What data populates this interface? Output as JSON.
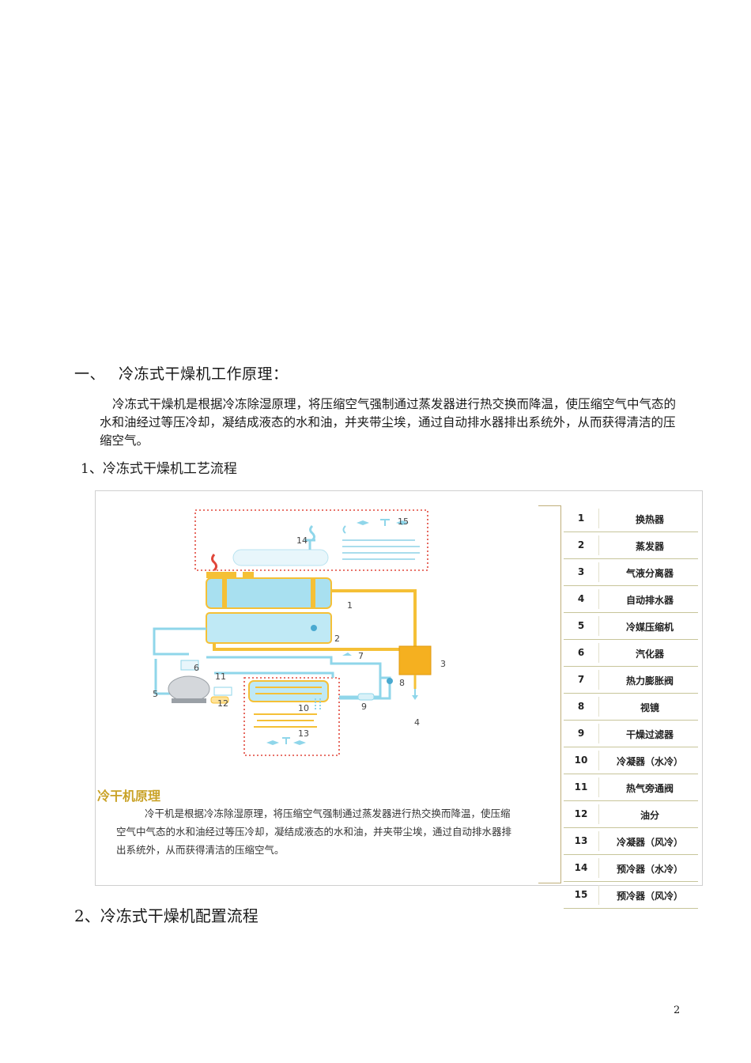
{
  "section": {
    "number": "一、",
    "title": "冷冻式干燥机工作原理："
  },
  "intro": "冷冻式干燥机是根据冷冻除湿原理，将压缩空气强制通过蒸发器进行热交换而降温，使压缩空气中气态的水和油经过等压冷却，凝结成液态的水和油，并夹带尘埃，通过自动排水器排出系统外，从而获得清洁的压缩空气。",
  "subsection1": "1、冷冻式干燥机工艺流程",
  "figure": {
    "title": "冷干机原理",
    "text": "冷干机是根据冷冻除湿原理，将压缩空气强制通过蒸发器进行热交换而降温，使压缩空气中气态的水和油经过等压冷却，凝结成液态的水和油，并夹带尘埃，通过自动排水器排出系统外，从而获得清洁的压缩空气。",
    "diagram_labels": [
      "1",
      "2",
      "3",
      "4",
      "5",
      "6",
      "7",
      "8",
      "9",
      "10",
      "11",
      "12",
      "13",
      "14",
      "15"
    ],
    "colors": {
      "air": "#f5c036",
      "refrigerant": "#8fd6ea",
      "dashed": "#e0463a"
    },
    "legend": [
      {
        "num": "1",
        "name": "换热器"
      },
      {
        "num": "2",
        "name": "蒸发器"
      },
      {
        "num": "3",
        "name": "气液分离器"
      },
      {
        "num": "4",
        "name": "自动排水器"
      },
      {
        "num": "5",
        "name": "冷媒压缩机"
      },
      {
        "num": "6",
        "name": "汽化器"
      },
      {
        "num": "7",
        "name": "热力膨胀阀"
      },
      {
        "num": "8",
        "name": "视镜"
      },
      {
        "num": "9",
        "name": "干燥过滤器"
      },
      {
        "num": "10",
        "name": "冷凝器（水冷）"
      },
      {
        "num": "11",
        "name": "热气旁通阀"
      },
      {
        "num": "12",
        "name": "油分"
      },
      {
        "num": "13",
        "name": "冷凝器（风冷）"
      },
      {
        "num": "14",
        "name": "预冷器（水冷）"
      },
      {
        "num": "15",
        "name": "预冷器（风冷）"
      }
    ]
  },
  "subsection2": "2、冷冻式干燥机配置流程",
  "page_number": "2"
}
